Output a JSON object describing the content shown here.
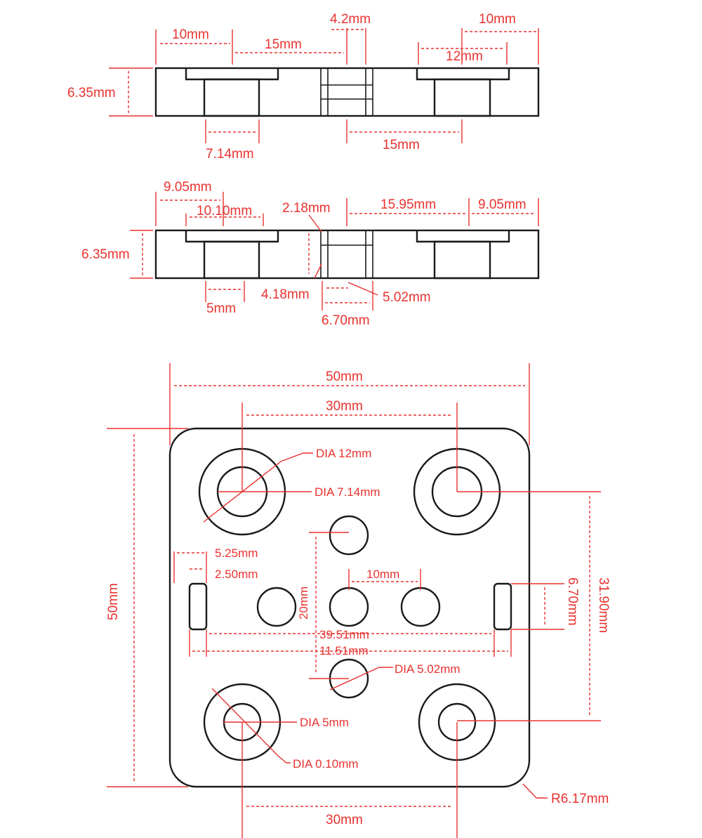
{
  "views": {
    "side_top": {
      "overall_height": "6.35mm",
      "edge_to_counterbore": "10mm",
      "center_span": "15mm",
      "slot_width": "4.2mm",
      "right_edge": "10mm",
      "counterbore_dia": "12mm",
      "hole_dia": "7.14mm",
      "right_span": "15mm"
    },
    "side_bottom": {
      "edge_dist": "9.05mm",
      "counterbore_span": "10.10mm",
      "slot_offset": "2.18mm",
      "right_span": "15.95mm",
      "right_edge": "9.05mm",
      "overall_height": "6.35mm",
      "slot_height": "4.18mm",
      "hole_dia": "5mm",
      "slot_inner": "5.02mm",
      "slot_outer": "6.70mm"
    },
    "top": {
      "width": "50mm",
      "hole_spacing_top": "30mm",
      "height": "50mm",
      "counterbore_top": "DIA 12mm",
      "hole_top": "DIA 7.14mm",
      "slot_outer": "5.25mm",
      "slot_inner": "2.50mm",
      "vertical_spacing": "20mm",
      "horizontal_spacing": "10mm",
      "slot_height": "6.70mm",
      "hole_vertical_span": "31.90mm",
      "slot_span_inner": "39.51mm",
      "slot_span_outer": "11.51mm",
      "small_hole": "DIA 5.02mm",
      "hole_bottom": "DIA 5mm",
      "counterbore_bottom": "DIA 0.10mm",
      "hole_spacing_bottom": "30mm",
      "corner_radius": "R6.17mm"
    }
  }
}
